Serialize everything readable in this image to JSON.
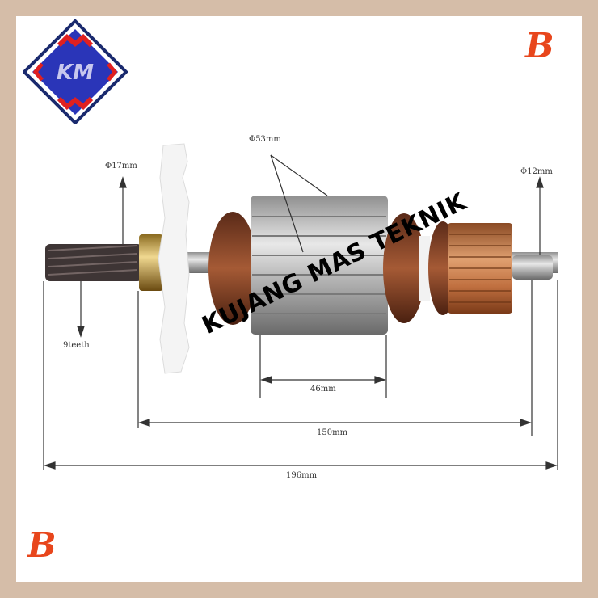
{
  "logo": {
    "text": "KM",
    "colors": {
      "outer": "#1a2a6e",
      "inner": "#2a35b8",
      "accent": "#e02020"
    }
  },
  "brand_marks": {
    "top_right": "B",
    "bottom_left": "B",
    "color": "#e8461c"
  },
  "watermark": "KUJANG MAS TEKNIK",
  "product": {
    "name": "armature",
    "colors": {
      "copper": "#b8683a",
      "steel": "#a9a9a9",
      "fan": "#f2f2f2",
      "brass": "#c9a24a"
    }
  },
  "dimensions": {
    "pinion_diameter": "Φ17mm",
    "core_diameter": "Φ53mm",
    "shaft_end_diameter": "Φ12mm",
    "teeth": "9teeth",
    "core_length": "46mm",
    "bearing_span": "150mm",
    "overall_length": "196mm"
  },
  "frame": {
    "border_color": "#d5bda8"
  }
}
